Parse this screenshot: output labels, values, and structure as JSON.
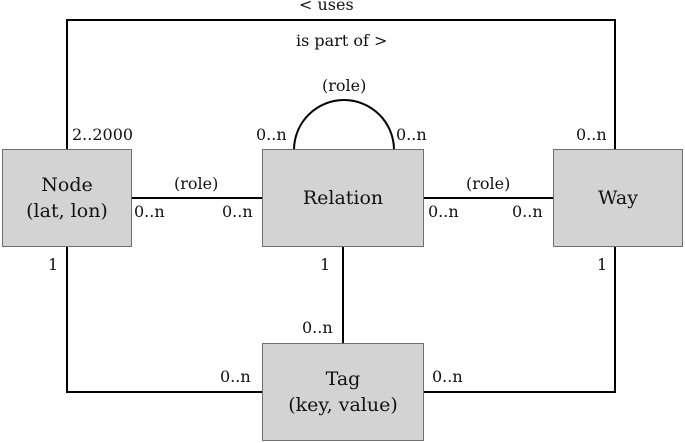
{
  "entities": {
    "node": {
      "name": "Node",
      "attrs": "(lat, lon)"
    },
    "relation": {
      "name": "Relation"
    },
    "way": {
      "name": "Way"
    },
    "tag": {
      "name": "Tag",
      "attrs": "(key, value)"
    }
  },
  "relationships": {
    "uses": "< uses",
    "is_part_of": "is part of >",
    "role_self": "(role)",
    "role_node_relation": "(role)",
    "role_relation_way": "(role)"
  },
  "cardinalities": {
    "node_way": "2..2000",
    "way_node": "0..n",
    "relation_self_left": "0..n",
    "relation_self_right": "0..n",
    "node_relation": "0..n",
    "relation_node": "0..n",
    "relation_way": "0..n",
    "way_relation": "0..n",
    "node_tag": "1",
    "relation_tag": "1",
    "way_tag": "1",
    "tag_relation": "0..n",
    "tag_node": "0..n",
    "tag_way": "0..n"
  },
  "colors": {
    "box_fill": "#d3d3d3",
    "box_border": "#6f6f6f",
    "line": "#000000"
  }
}
